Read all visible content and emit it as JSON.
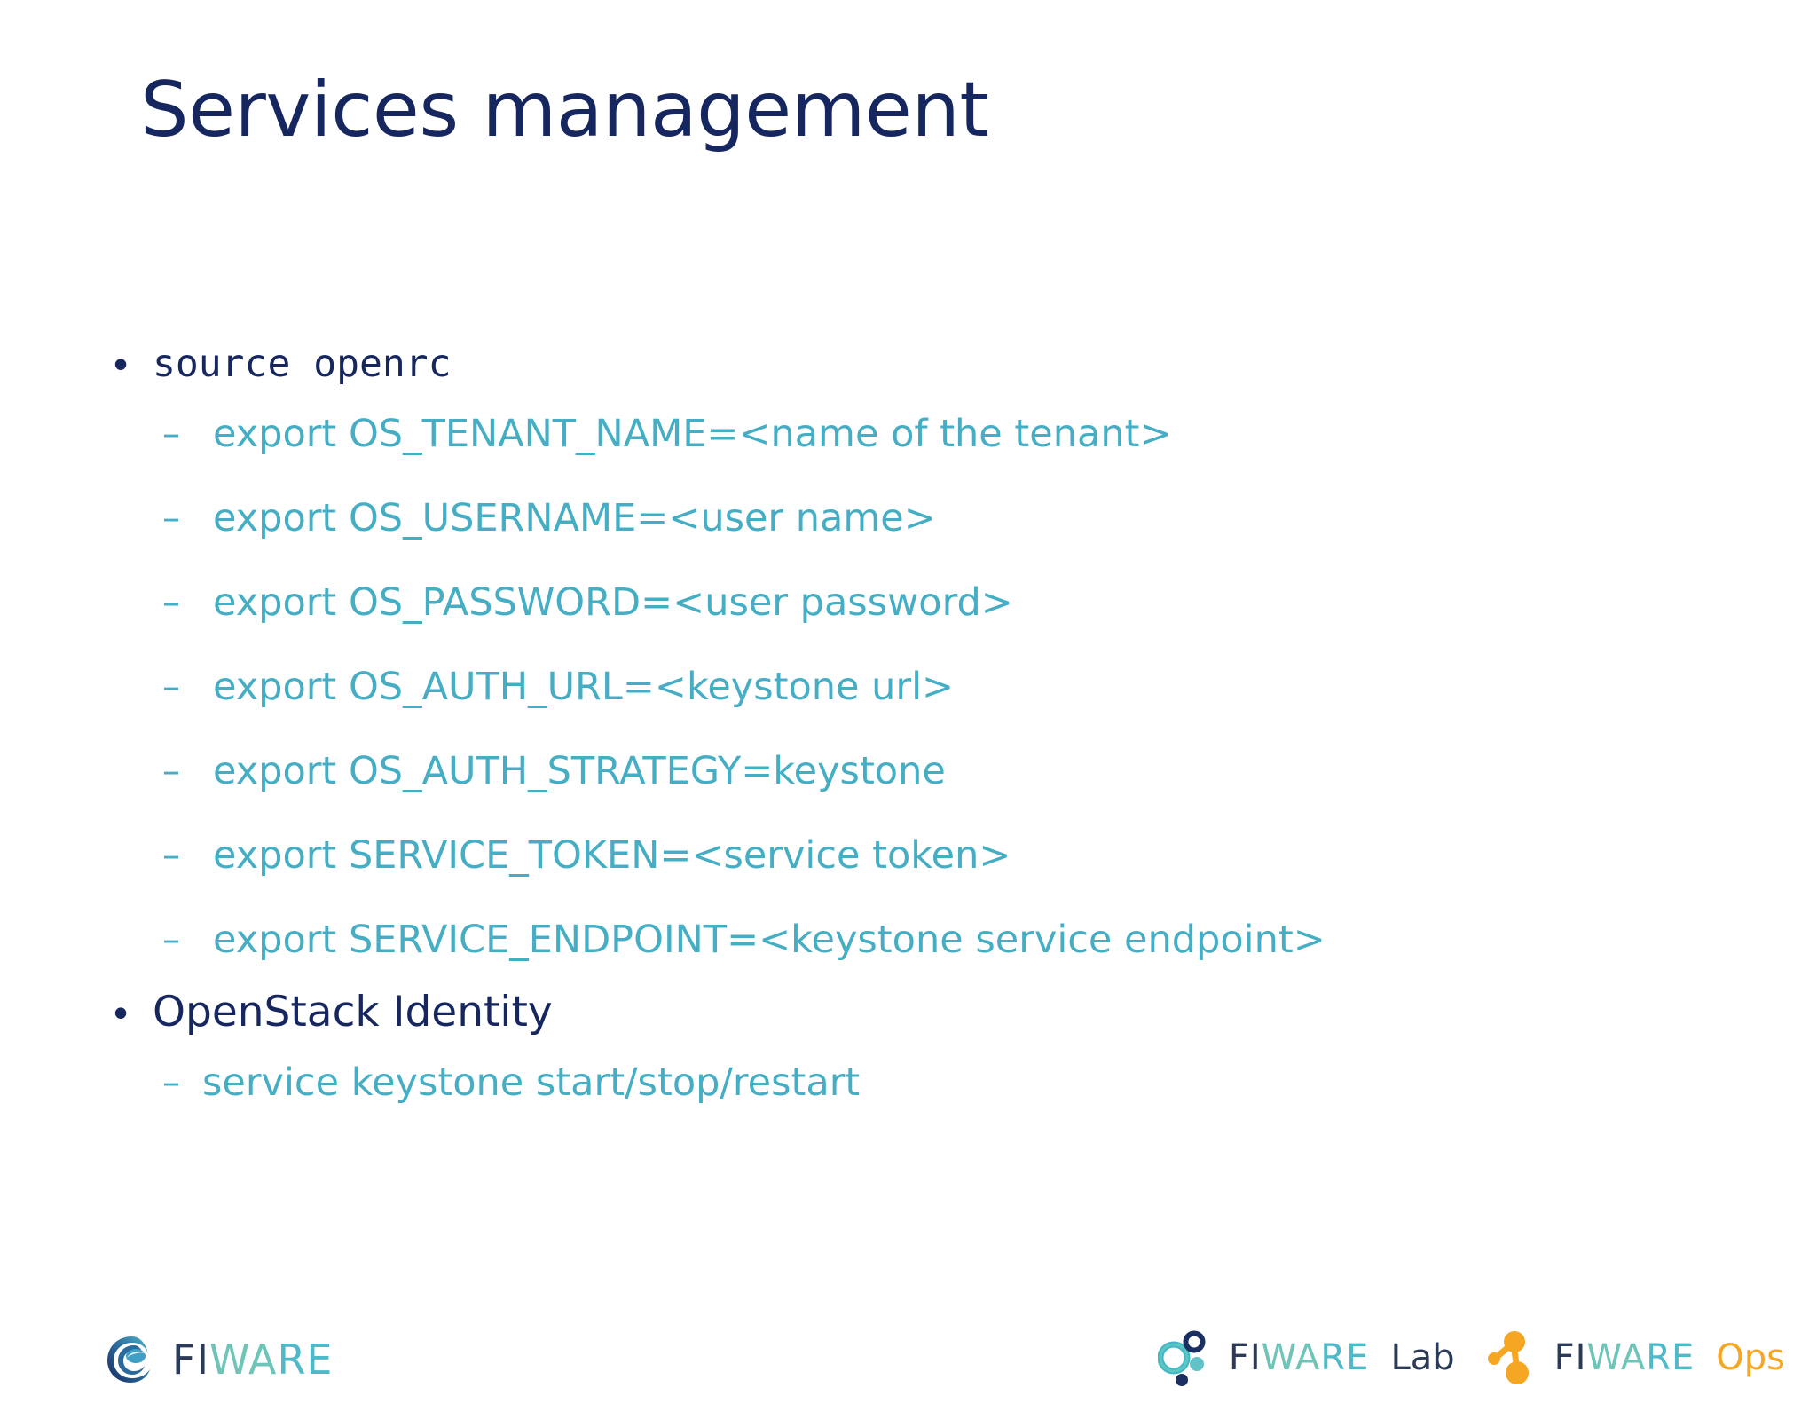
{
  "slide": {
    "title": "Services management",
    "background_color": "#ffffff",
    "title_color": "#16265f",
    "accent_color": "#45aec4"
  },
  "content": {
    "items": [
      {
        "level": 1,
        "marker": "•",
        "text": "source openrc",
        "style": "mono",
        "color": "#16265f"
      },
      {
        "level": 2,
        "marker": "–",
        "text": "export OS_TENANT_NAME=<name of the tenant>",
        "color": "#45aec4"
      },
      {
        "level": 2,
        "marker": "–",
        "text": "export OS_USERNAME=<user name>",
        "color": "#45aec4"
      },
      {
        "level": 2,
        "marker": "–",
        "text": "export OS_PASSWORD=<user password>",
        "color": "#45aec4"
      },
      {
        "level": 2,
        "marker": "–",
        "text": "export OS_AUTH_URL=<keystone url>",
        "color": "#45aec4"
      },
      {
        "level": 2,
        "marker": "–",
        "text": "export OS_AUTH_STRATEGY=keystone",
        "color": "#45aec4"
      },
      {
        "level": 2,
        "marker": "–",
        "text": "export SERVICE_TOKEN=<service token>",
        "color": "#45aec4"
      },
      {
        "level": 2,
        "marker": "–",
        "text": "export SERVICE_ENDPOINT=<keystone service endpoint>",
        "color": "#45aec4"
      },
      {
        "level": 1,
        "marker": "•",
        "text": "OpenStack Identity",
        "style": "sans",
        "color": "#16265f"
      },
      {
        "level": 2,
        "marker": "–",
        "text": "service keystone start/stop/restart",
        "color": "#45aec4"
      }
    ]
  },
  "footer": {
    "logos": [
      {
        "icon": "fiware-swirl-icon",
        "word_fi": "FI",
        "word_wa": "WA",
        "word_re": "RE",
        "suffix": "",
        "suffix_color": ""
      },
      {
        "icon": "fiware-lab-molecule-icon",
        "word_fi": "FI",
        "word_wa": "WA",
        "word_re": "RE",
        "suffix": "Lab",
        "suffix_color": "#2b3a56"
      },
      {
        "icon": "fiware-ops-nodes-icon",
        "word_fi": "FI",
        "word_wa": "WA",
        "word_re": "RE",
        "suffix": "Ops",
        "suffix_color": "#f5a623"
      }
    ]
  }
}
